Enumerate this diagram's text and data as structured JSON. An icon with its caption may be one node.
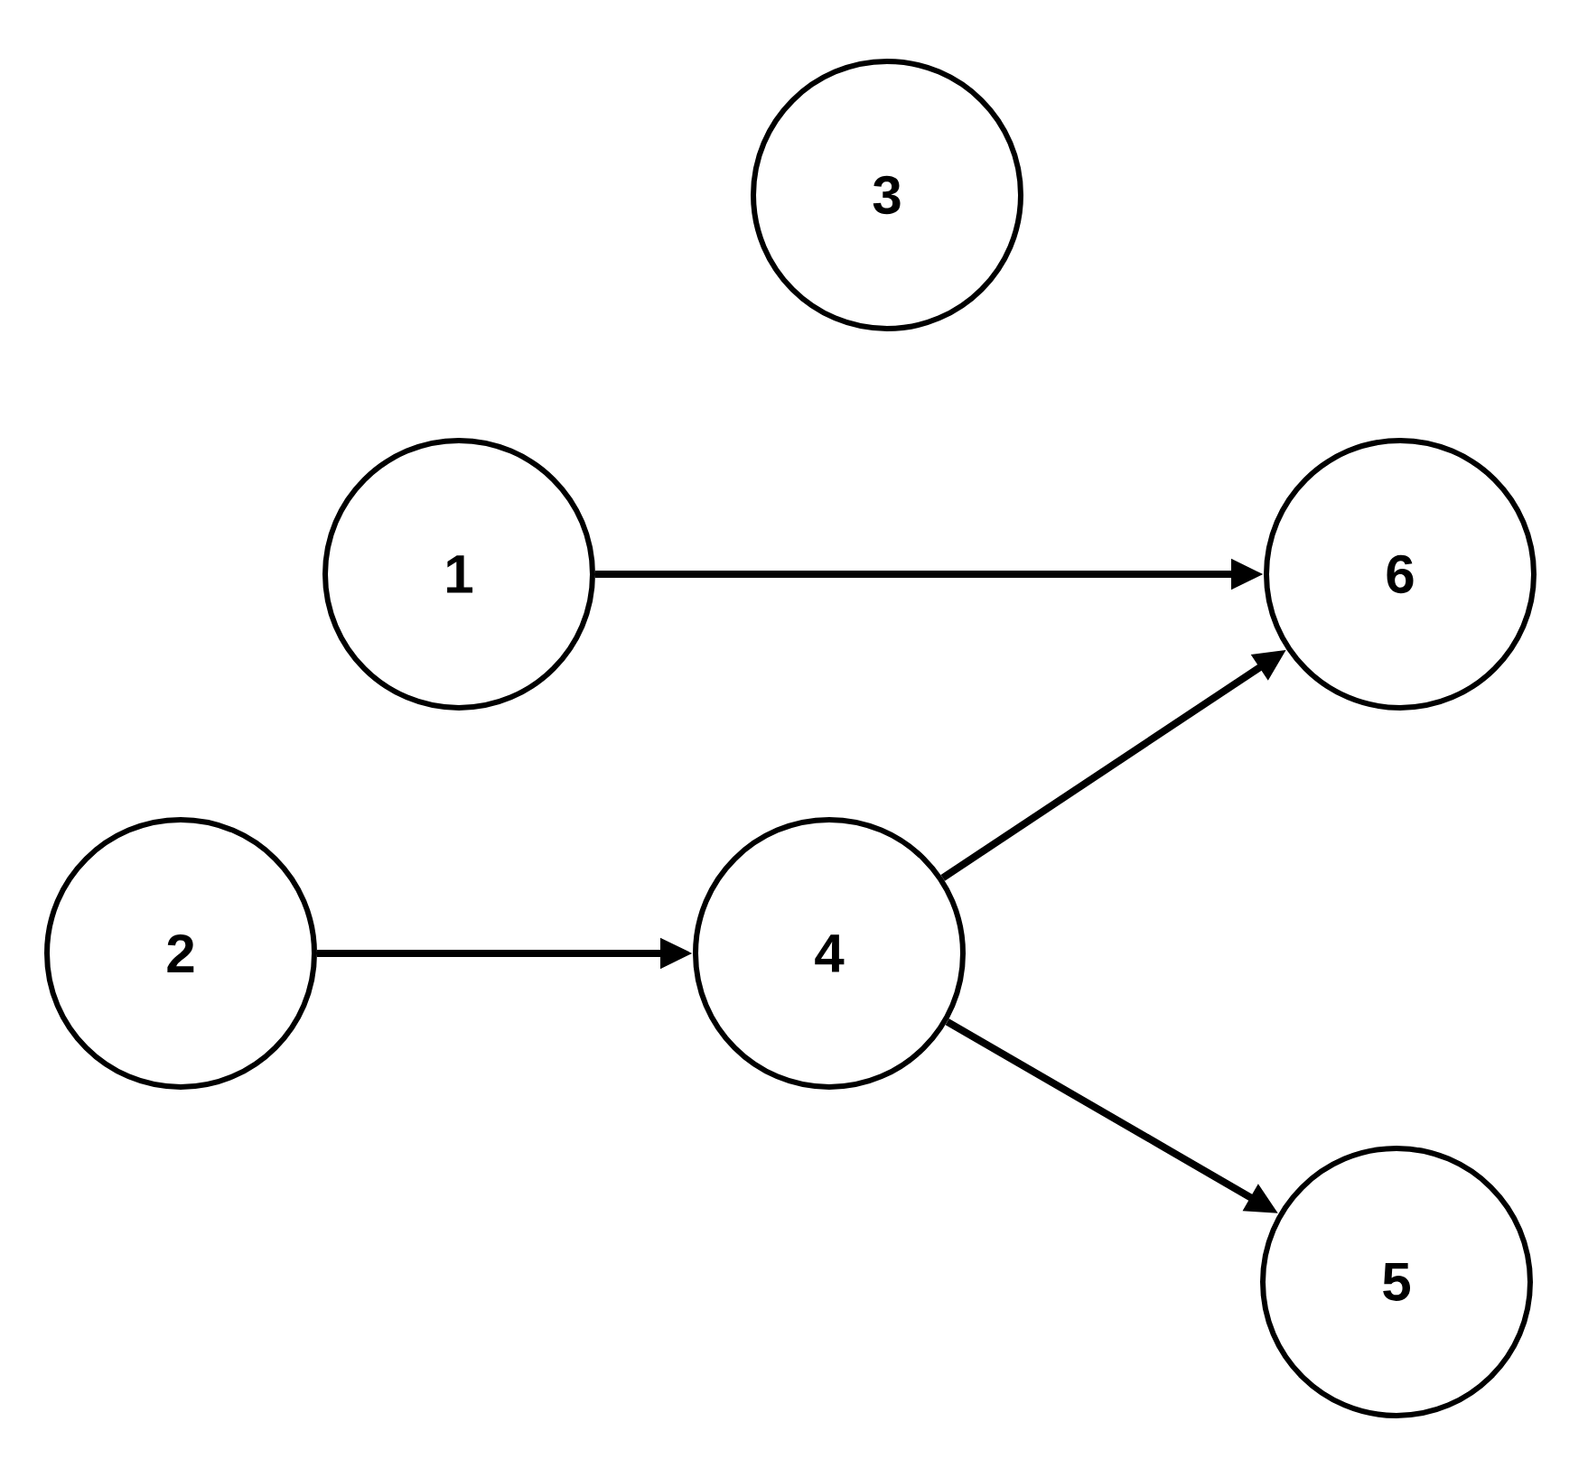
{
  "diagram": {
    "nodes": [
      {
        "text": [
          "3"
        ]
      },
      {
        "text": [
          "1"
        ]
      },
      {
        "text": [
          "6"
        ]
      },
      {
        "text": [
          "2"
        ]
      },
      {
        "text": [
          "4"
        ]
      },
      {
        "text": [
          "5"
        ]
      }
    ],
    "edges": [
      {
        "from": 1,
        "to": 2,
        "arrow": "to"
      },
      {
        "from": 3,
        "to": 4,
        "arrow": "to"
      },
      {
        "from": 4,
        "to": 2,
        "arrow": "to"
      },
      {
        "from": 4,
        "to": 5,
        "arrow": "to"
      }
    ]
  }
}
